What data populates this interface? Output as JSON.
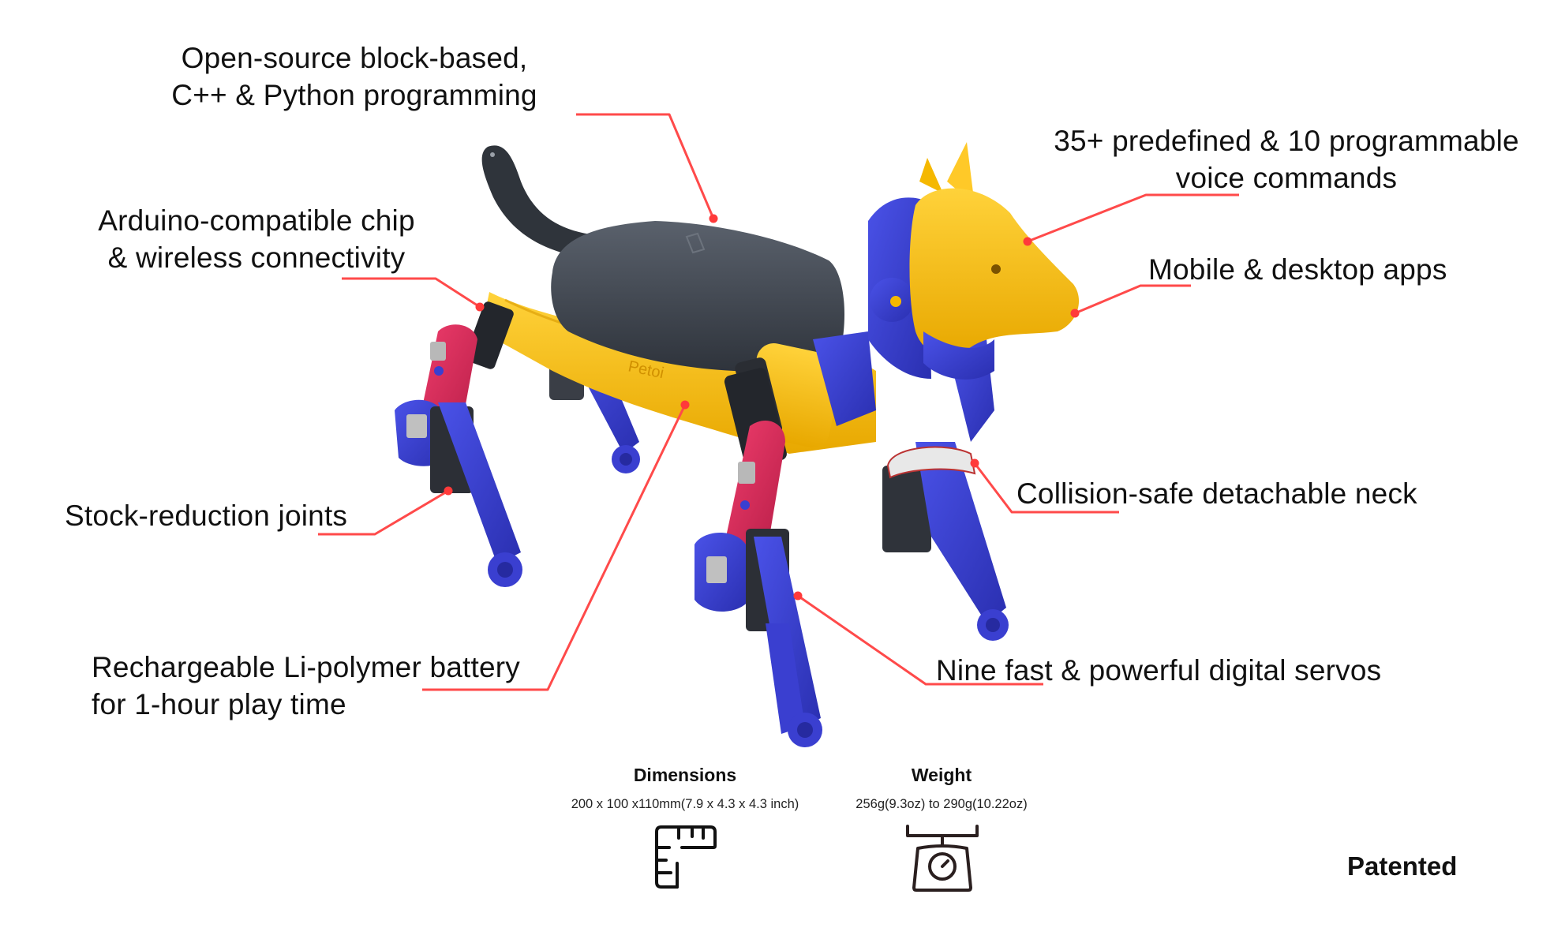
{
  "callouts": {
    "programming": {
      "line1": "Open-source block-based,",
      "line2": "C++ & Python programming"
    },
    "chip": {
      "line1": "Arduino-compatible chip",
      "line2": "& wireless connectivity"
    },
    "joints": {
      "line1": "Stock-reduction joints"
    },
    "battery": {
      "line1": "Rechargeable Li-polymer battery",
      "line2": "for 1-hour play time"
    },
    "voice": {
      "line1": "35+ predefined & 10 programmable",
      "line2": "voice commands"
    },
    "apps": {
      "line1": "Mobile & desktop apps"
    },
    "neck": {
      "line1": "Collision-safe detachable neck"
    },
    "servos": {
      "line1": "Nine fast & powerful digital servos"
    }
  },
  "specs": {
    "dimensions": {
      "label": "Dimensions",
      "value": "200 x 100 x110mm(7.9 x 4.3 x 4.3 inch)",
      "icon": "ruler-icon"
    },
    "weight": {
      "label": "Weight",
      "value": "256g(9.3oz) to 290g(10.22oz)",
      "icon": "scale-icon"
    }
  },
  "badge": {
    "patented": "Patented"
  },
  "colors": {
    "leader_line": "#ff4a4a",
    "body_yellow": "#f5b800",
    "limb_blue": "#3a3fd0",
    "joint_red": "#d8285a",
    "battery_gray": "#3d434d"
  }
}
